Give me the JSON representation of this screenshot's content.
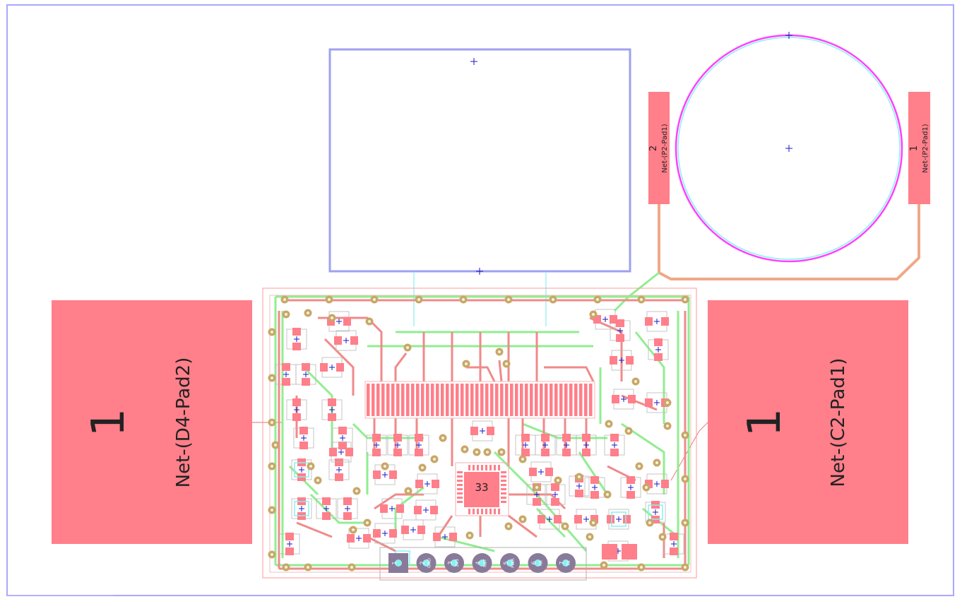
{
  "colors": {
    "pad": "#ff7f8a",
    "via": "#c8a868",
    "trace_front": "#f08a8a",
    "trace_back": "#90ee90",
    "edge": "#a8a8ff",
    "outline": "#ff9898",
    "keepout": "#88f0f0",
    "circle": "#ff40ff",
    "cross": "#1a1ac8",
    "text_dark": "#222222"
  },
  "large_pads": {
    "left": {
      "number": "1",
      "net": "Net-(D4-Pad2)"
    },
    "right": {
      "number": "1",
      "net": "Net-(C2-Pad1)"
    }
  },
  "coil_pads": {
    "left": {
      "number": "2",
      "net": "Net-(P2-Pad1)"
    },
    "right": {
      "number": "1",
      "net": "Net-(P2-Pad1)"
    }
  },
  "chip": {
    "label": "33"
  },
  "header": {
    "pins": [
      {
        "number": "1",
        "name": ""
      },
      {
        "number": "2",
        "name": "GND"
      },
      {
        "number": "3",
        "name": "3V3"
      },
      {
        "number": "4",
        "name": "RST"
      },
      {
        "number": "5",
        "name": "PWR"
      },
      {
        "number": "6",
        "name": "RX"
      },
      {
        "number": "7",
        "name": "TX"
      }
    ]
  },
  "icons": {
    "origin_marker": "crosshair-icon",
    "pad_number": "pad-number-1"
  }
}
